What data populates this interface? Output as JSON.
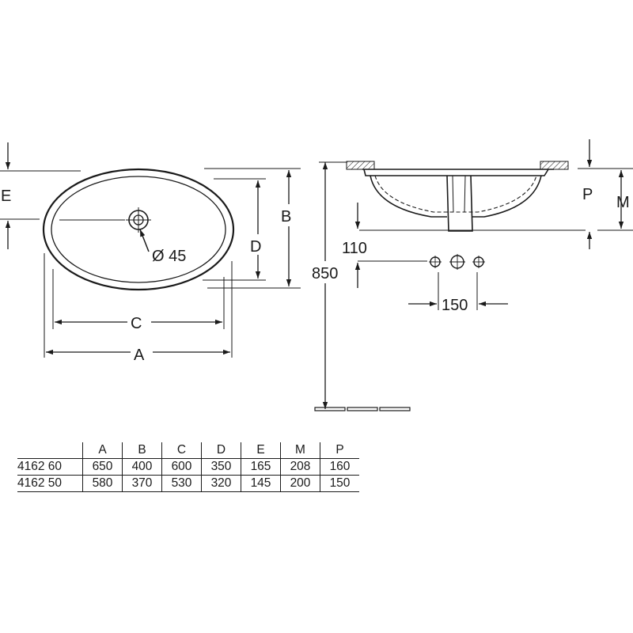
{
  "diagram": {
    "labels": {
      "A": "A",
      "B": "B",
      "C": "C",
      "D": "D",
      "E": "E",
      "M": "M",
      "P": "P",
      "drain_diameter": "Ø 45",
      "height_850": "850",
      "dim_110": "110",
      "dim_150": "150"
    }
  },
  "table": {
    "columns": [
      "",
      "A",
      "B",
      "C",
      "D",
      "E",
      "M",
      "P"
    ],
    "rows": [
      [
        "4162 60",
        "650",
        "400",
        "600",
        "350",
        "165",
        "208",
        "160"
      ],
      [
        "4162 50",
        "580",
        "370",
        "530",
        "320",
        "145",
        "200",
        "150"
      ]
    ]
  }
}
